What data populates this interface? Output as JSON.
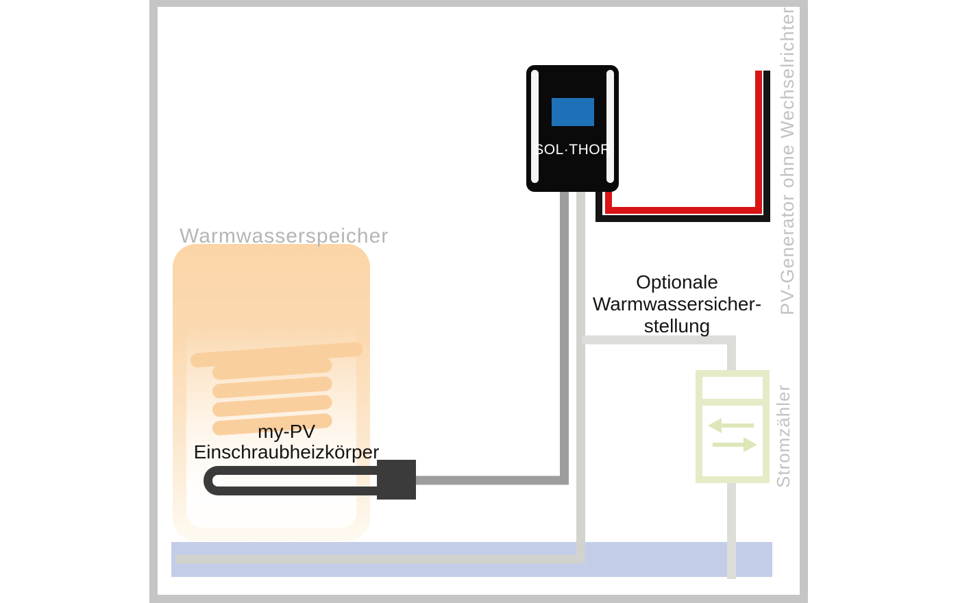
{
  "diagram": {
    "frame_color": "#c5c5c5",
    "device": {
      "label": "SOL·THOR",
      "body_color": "#0a0a0a",
      "screen_color": "#1e71b6"
    },
    "tank": {
      "label": "Warmwasserspeicher",
      "shell_color": "#fbd5a7",
      "coil_color": "#f9cf9e"
    },
    "heating_element": {
      "label_line1": "my-PV",
      "label_line2": "Einschraubheizkörper",
      "color": "#3b3b3b"
    },
    "optional_backup": {
      "line1": "Optionale",
      "line2": "Warmwassersicher-",
      "line3": "stellung"
    },
    "pv_generator": {
      "label": "PV-Generator ohne Wechselrichter",
      "label_color": "#c2c2c2"
    },
    "meter": {
      "label": "Stromzähler",
      "label_color": "#c2c2c2",
      "frame_color": "#e5ebc7",
      "arrow_color": "#dde7b8",
      "arrows": [
        "export-arrow-left",
        "import-arrow-right"
      ]
    },
    "bus_bar": {
      "color": "#c4cde8"
    },
    "wires": {
      "pv_positive_color": "#d91414",
      "pv_negative_color": "#141414",
      "element_wire_color": "#9d9d9d",
      "grid_wire_color": "#d2d2ce",
      "meter_wire_color": "#dcdcd8"
    }
  }
}
